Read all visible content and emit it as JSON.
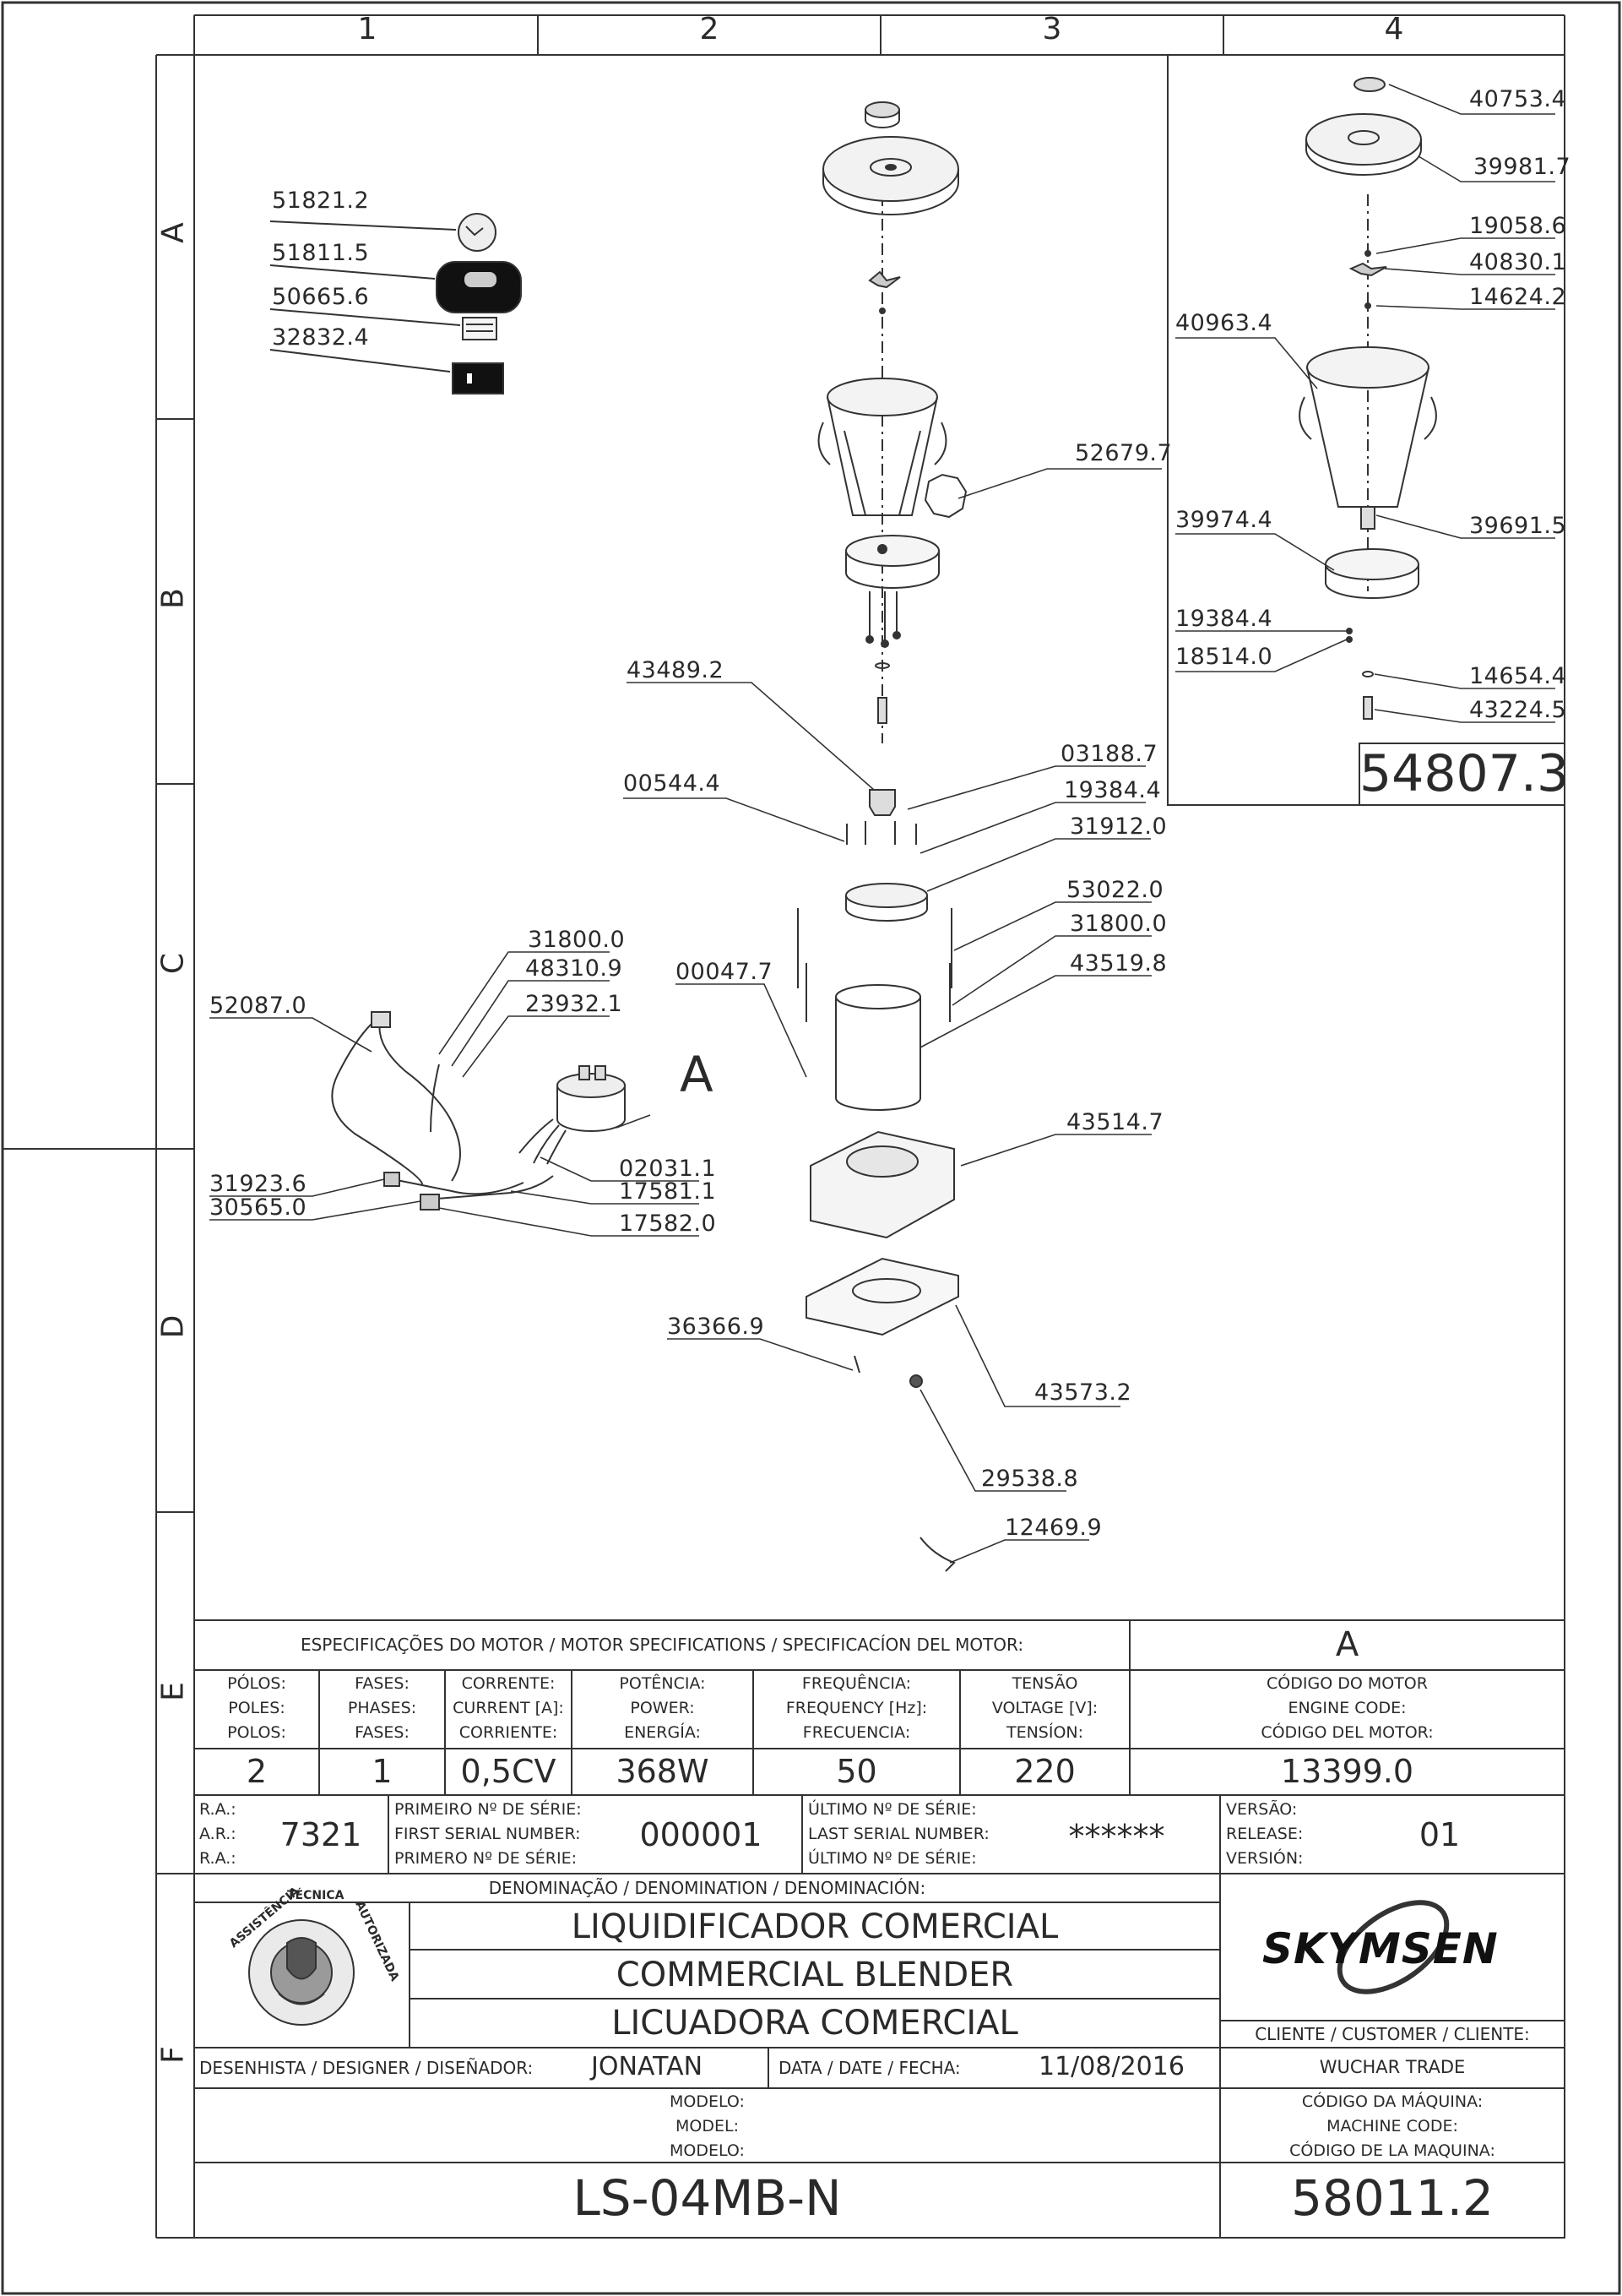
{
  "grid": {
    "columns": [
      "1",
      "2",
      "3",
      "4"
    ],
    "rows": [
      "A",
      "B",
      "C",
      "D",
      "E",
      "F"
    ]
  },
  "callouts": {
    "kit": [
      "51821.2",
      "51811.5",
      "50665.6",
      "32832.4"
    ],
    "main": [
      "52679.7",
      "43489.2",
      "03188.7",
      "00544.4",
      "19384.4",
      "31912.0",
      "53022.0",
      "31800.0",
      "00047.7",
      "43519.8",
      "43514.7",
      "36366.9",
      "43573.2",
      "29538.8",
      "12469.9"
    ],
    "wiring": [
      "31800.0",
      "48310.9",
      "23932.1",
      "52087.0",
      "31923.6",
      "30565.0",
      "02031.1",
      "17581.1",
      "17582.0"
    ],
    "detail_ref": "A",
    "inset": [
      "40753.4",
      "39981.7",
      "19058.6",
      "40830.1",
      "14624.2",
      "40963.4",
      "39691.5",
      "39974.4",
      "19384.4",
      "18514.0",
      "14654.4",
      "43224.5"
    ],
    "inset_code": "54807.3"
  },
  "motor": {
    "title": "ESPECIFICAÇÕES DO MOTOR / MOTOR SPECIFICATIONS / SPECIFICACÍON DEL MOTOR:",
    "ref": "A",
    "headers": [
      [
        "PÓLOS:",
        "POLES:",
        "POLOS:"
      ],
      [
        "FASES:",
        "PHASES:",
        "FASES:"
      ],
      [
        "CORRENTE:",
        "CURRENT [A]:",
        "CORRIENTE:"
      ],
      [
        "POTÊNCIA:",
        "POWER:",
        "ENERGÍA:"
      ],
      [
        "FREQUÊNCIA:",
        "FREQUENCY [Hz]:",
        "FRECUENCIA:"
      ],
      [
        "TENSÃO",
        "VOLTAGE [V]:",
        "TENSÍON:"
      ],
      [
        "CÓDIGO DO MOTOR",
        "ENGINE CODE:",
        "CÓDIGO DEL MOTOR:"
      ]
    ],
    "values": [
      "2",
      "1",
      "0,5CV",
      "368W",
      "50",
      "220",
      "13399.0"
    ]
  },
  "serials": {
    "ra_labels": [
      "R.A.:",
      "A.R.:",
      "R.A.:"
    ],
    "ra_value": "7321",
    "first_labels": [
      "PRIMEIRO Nº DE SÉRIE:",
      "FIRST SERIAL NUMBER:",
      "PRIMERO Nº DE SÉRIE:"
    ],
    "first_value": "000001",
    "last_labels": [
      "ÚLTIMO Nº DE SÉRIE:",
      "LAST SERIAL NUMBER:",
      "ÚLTIMO Nº DE SÉRIE:"
    ],
    "last_value": "******",
    "release_labels": [
      "VERSÃO:",
      "RELEASE:",
      "VERSIÓN:"
    ],
    "release_value": "01"
  },
  "denomination": {
    "label": "DENOMINAÇÃO / DENOMINATION / DENOMINACIÓN:",
    "lines": [
      "LIQUIDIFICADOR COMERCIAL",
      "COMMERCIAL BLENDER",
      "LICUADORA COMERCIAL"
    ],
    "badge_text": [
      "ASSISTÊNCIA",
      "TÉCNICA",
      "AUTORIZADA"
    ]
  },
  "brand": {
    "logo_text": "SKYMSEN",
    "customer_label": "CLIENTE / CUSTOMER / CLIENTE:",
    "customer_value": "WUCHAR TRADE"
  },
  "designer": {
    "label": "DESENHISTA / DESIGNER / DISEÑADOR:",
    "value": "JONATAN",
    "date_label": "DATA / DATE / FECHA:",
    "date_value": "11/08/2016"
  },
  "model": {
    "labels": [
      "MODELO:",
      "MODEL:",
      "MODELO:"
    ],
    "value": "LS-04MB-N"
  },
  "machine": {
    "labels": [
      "CÓDIGO DA MÁQUINA:",
      "MACHINE CODE:",
      "CÓDIGO DE LA MAQUINA:"
    ],
    "value": "58011.2"
  }
}
